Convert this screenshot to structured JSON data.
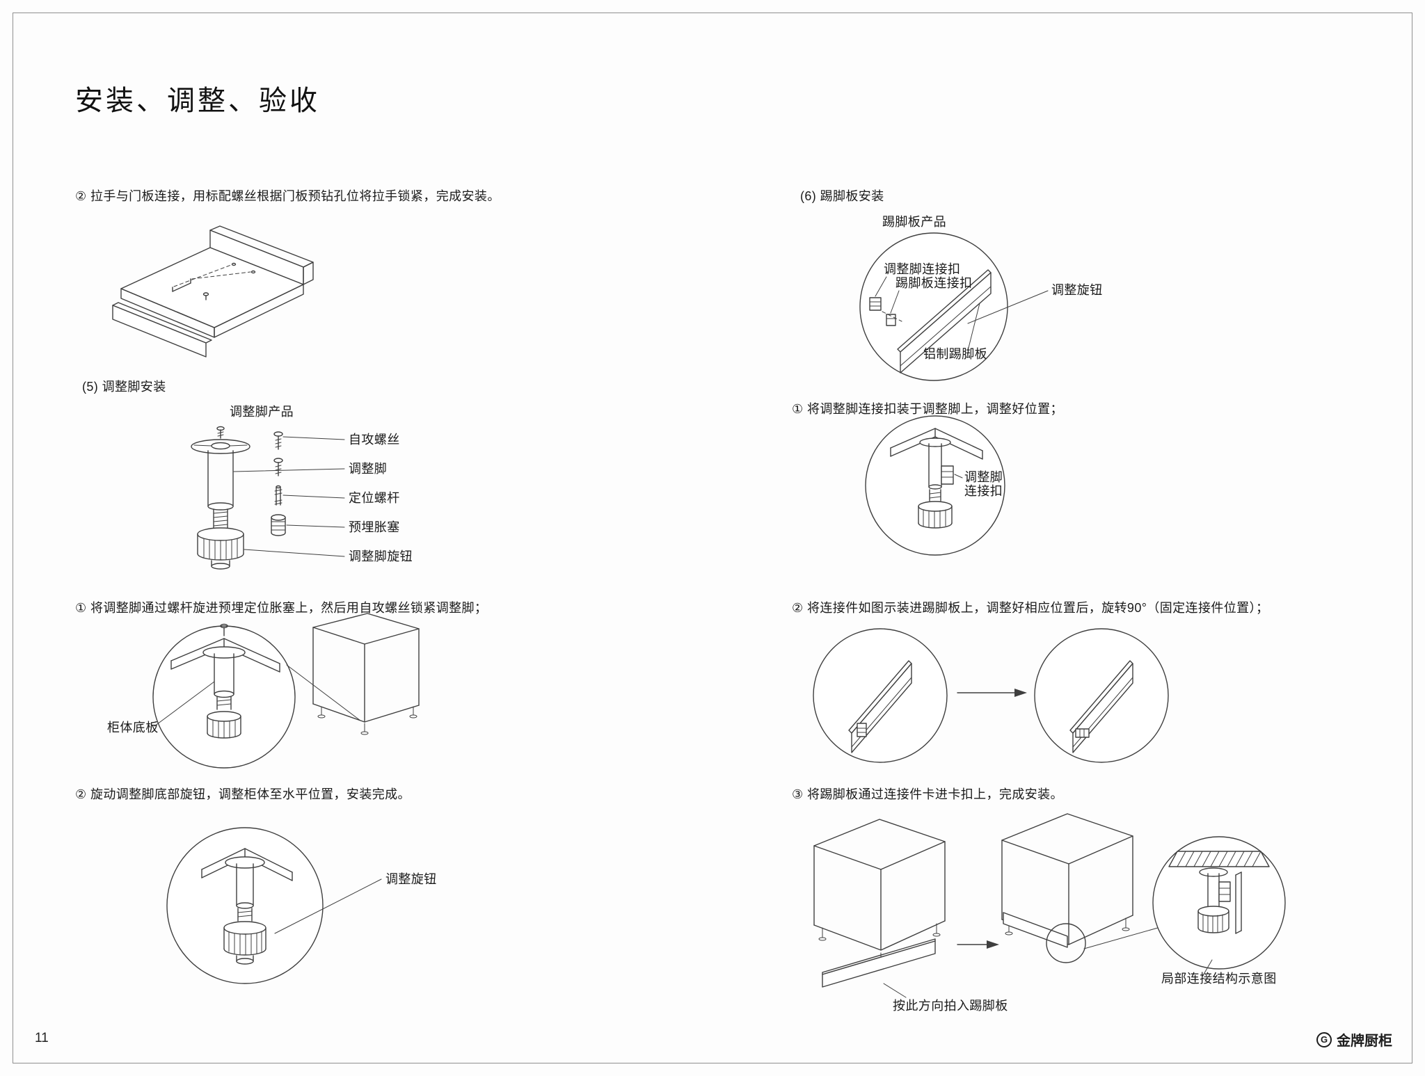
{
  "page": {
    "title": "安装、调整、验收",
    "page_number": "11",
    "brand": "金牌厨柜",
    "brand_initial": "G"
  },
  "left": {
    "handle_step": "② 拉手与门板连接，用标配螺丝根据门板预钻孔位将拉手锁紧，完成安装。",
    "section5": {
      "heading": "(5) 调整脚安装",
      "product_title": "调整脚产品",
      "parts": [
        "自攻螺丝",
        "调整脚",
        "定位螺杆",
        "预埋胀塞",
        "调整脚旋钮"
      ],
      "step1": "① 将调整脚通过螺杆旋进预埋定位胀塞上，然后用自攻螺丝锁紧调整脚；",
      "bottom_panel_label": "柜体底板",
      "step2": "② 旋动调整脚底部旋钮，调整柜体至水平位置，安装完成。",
      "knob_label": "调整旋钮"
    }
  },
  "right": {
    "section6": {
      "heading": "(6) 踢脚板安装",
      "product_title": "踢脚板产品",
      "adjuster_clip_label": "调整脚连接扣",
      "board_clip_label": "踢脚板连接扣",
      "knob_label": "调整旋钮",
      "aluminum_board_label": "铝制踢脚板",
      "step1": "① 将调整脚连接扣装于调整脚上，调整好位置；",
      "clip_label_line1": "调整脚",
      "clip_label_line2": "连接扣",
      "step2": "② 将连接件如图示装进踢脚板上，调整好相应位置后，旋转90°（固定连接件位置）；",
      "step3": "③ 将踢脚板通过连接件卡进卡扣上，完成安装。",
      "push_direction_label": "按此方向拍入踢脚板",
      "detail_label": "局部连接结构示意图"
    }
  }
}
